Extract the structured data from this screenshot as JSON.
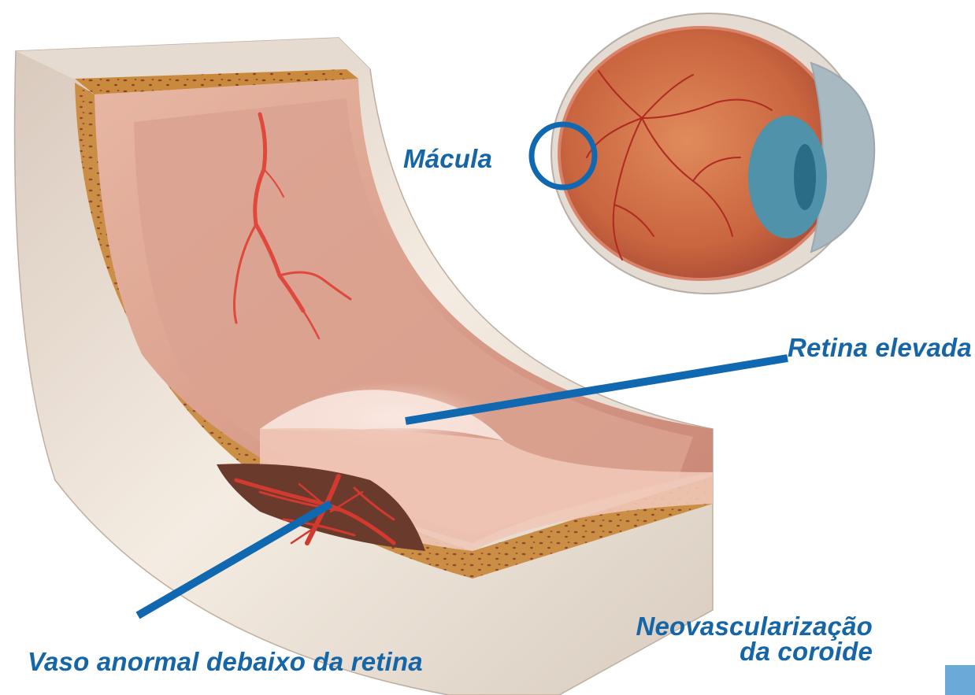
{
  "labels": {
    "macula": "Mácula",
    "retina_elevada": "Retina elevada",
    "vaso_anormal": "Vaso anormal debaixo da retina",
    "neovascularizacao_line1": "Neovascularização",
    "neovascularizacao_line2": "da coroide"
  },
  "colors": {
    "label_blue": "#1565a7",
    "pointer_blue": "#0f68b0",
    "corner_square": "#6aa9d8",
    "sclera": "#efe6da",
    "choroid": "#c98a3d",
    "retina": "#efb3a3",
    "vessel_red": "#d2392f",
    "cornea_blue": "#4f92aa"
  }
}
